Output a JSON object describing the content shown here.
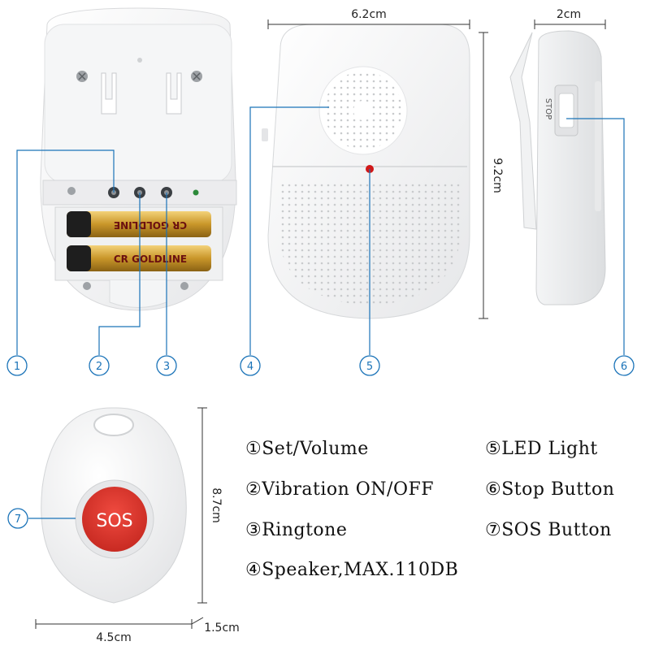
{
  "dimensions": {
    "receiver_width": "6.2cm",
    "receiver_height": "9.2cm",
    "receiver_depth": "2cm",
    "pendant_width": "4.5cm",
    "pendant_height": "8.7cm",
    "pendant_depth": "1.5cm"
  },
  "device_text": {
    "stop_label": "STOP",
    "sos_label": "SOS",
    "battery_brand": "CR GOLDLINE"
  },
  "callouts": [
    "1",
    "2",
    "3",
    "4",
    "5",
    "6",
    "7"
  ],
  "legend": [
    "①Set/Volume",
    "②Vibration ON/OFF",
    "③Ringtone",
    "④Speaker,MAX.110DB",
    "⑤LED Light",
    "⑥Stop Button",
    "⑦SOS Button"
  ],
  "colors": {
    "callout_blue": "#1a73b8",
    "sos_red": "#d9302a",
    "battery_gold": "#c9962a",
    "led_red": "#d01818"
  }
}
